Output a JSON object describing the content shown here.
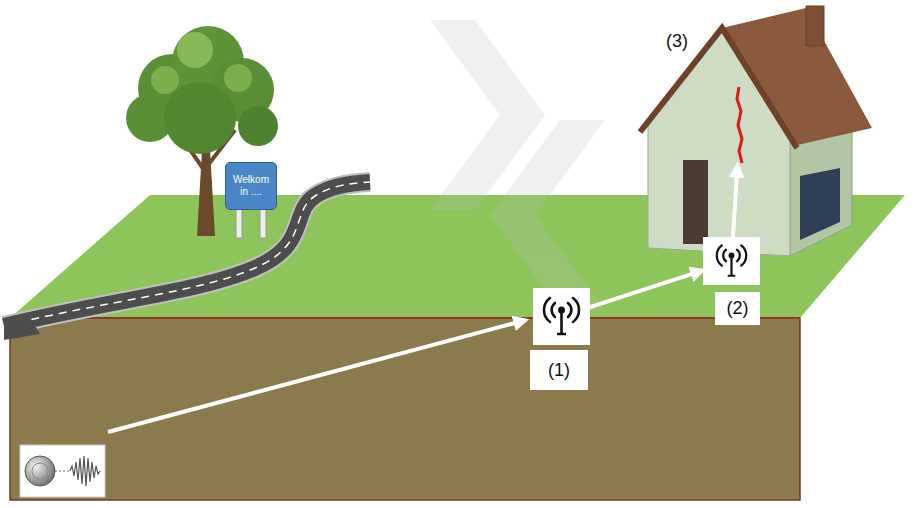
{
  "diagram": {
    "nodes": [
      {
        "text": [
          "Welkom in ...."
        ]
      },
      {
        "text": [
          "(1)"
        ]
      },
      {
        "text": [
          "(2)"
        ]
      },
      {
        "text": [
          "(3)"
        ]
      }
    ],
    "edges": [
      {
        "from": 1,
        "to": 2,
        "arrow": "to"
      },
      {
        "from": 2,
        "to": 3,
        "arrow": "to"
      }
    ]
  }
}
